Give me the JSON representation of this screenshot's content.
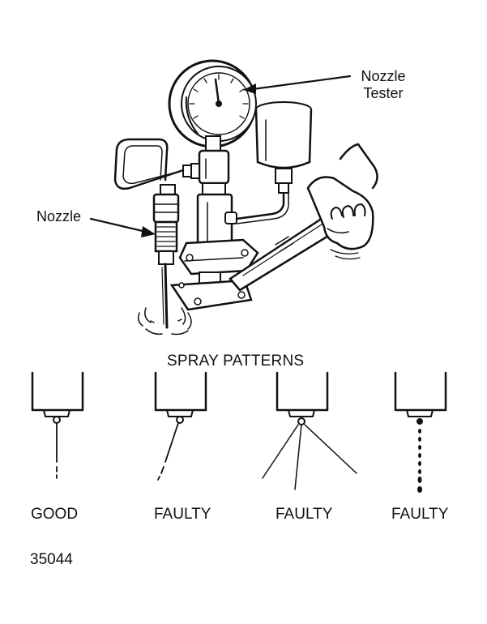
{
  "labels": {
    "nozzle_tester_line1": "Nozzle",
    "nozzle_tester_line2": "Tester",
    "nozzle": "Nozzle",
    "spray_patterns_heading": "SPRAY PATTERNS",
    "figure_number": "35044"
  },
  "spray_patterns": [
    {
      "caption": "GOOD",
      "pattern": "straight-vertical"
    },
    {
      "caption": "FAULTY",
      "pattern": "angled"
    },
    {
      "caption": "FAULTY",
      "pattern": "split-cone"
    },
    {
      "caption": "FAULTY",
      "pattern": "dripping"
    }
  ],
  "colors": {
    "ink": "#111111",
    "background": "#ffffff"
  }
}
